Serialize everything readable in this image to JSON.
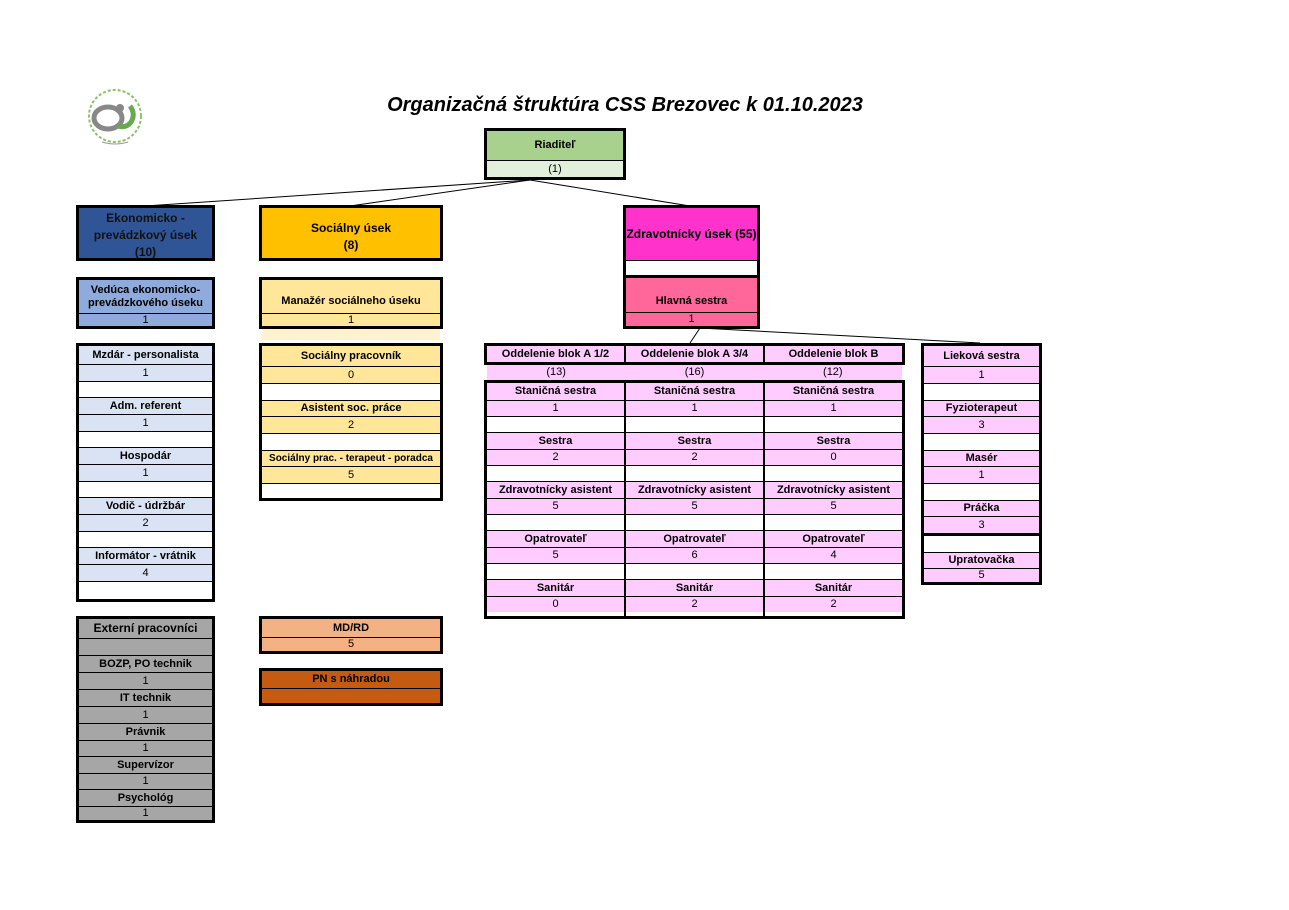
{
  "title": "Organizačná štruktúra CSS Brezovec k 01.10.2023",
  "colors": {
    "director_top": "#a9d18e",
    "director_bottom": "#e2efda",
    "econ_header": "#2f5597",
    "econ_sub": "#8faadc",
    "econ_item": "#dae3f3",
    "social_header": "#ffc000",
    "social_item": "#ffe699",
    "social_light": "#fff2cc",
    "health_header": "#ff33cc",
    "health_sub": "#ff6699",
    "health_item": "#ffccff",
    "external": "#a6a6a6",
    "md_rd": "#f4b183",
    "pn": "#c55a11"
  },
  "director": {
    "label": "Riaditeľ",
    "count": "(1)"
  },
  "econ": {
    "header": "Ekonomicko - prevádzkový úsek (10)",
    "head": {
      "label": "Vedúca ekonomicko-prevádzkového úseku",
      "count": "1"
    },
    "items": [
      {
        "label": "Mzdár - personalista",
        "count": "1"
      },
      {
        "label": "Adm. referent",
        "count": "1"
      },
      {
        "label": "Hospodár",
        "count": "1"
      },
      {
        "label": "Vodič - údržbár",
        "count": "2"
      },
      {
        "label": "Informátor - vrátnik",
        "count": "4"
      }
    ]
  },
  "external": {
    "header": "Externí pracovníci",
    "items": [
      {
        "label": "BOZP, PO technik",
        "count": "1"
      },
      {
        "label": "IT technik",
        "count": "1"
      },
      {
        "label": "Právnik",
        "count": "1"
      },
      {
        "label": "Supervízor",
        "count": "1"
      },
      {
        "label": "Psychológ",
        "count": "1"
      }
    ]
  },
  "social": {
    "header": "Sociálny úsek",
    "header_count": "(8)",
    "head": {
      "label": "Manažér sociálneho úseku",
      "count": "1"
    },
    "items": [
      {
        "label": "Sociálny pracovník",
        "count": "0"
      },
      {
        "label": "Asistent soc. práce",
        "count": "2"
      },
      {
        "label": "Sociálny prac. - terapeut - poradca",
        "count": "5"
      }
    ]
  },
  "md_rd": {
    "label": "MD/RD",
    "count": "5"
  },
  "pn": {
    "label": "PN s náhradou"
  },
  "health": {
    "header": "Zdravotnícky úsek (55)",
    "head": {
      "label": "Hlavná sestra",
      "count": "1"
    },
    "departments": [
      {
        "name": "Oddelenie blok A 1/2",
        "count": "(13)",
        "rows": [
          {
            "label": "Staničná sestra",
            "count": "1"
          },
          {
            "label": "Sestra",
            "count": "2"
          },
          {
            "label": "Zdravotnícky asistent",
            "count": "5"
          },
          {
            "label": "Opatrovateľ",
            "count": "5"
          },
          {
            "label": "Sanitár",
            "count": "0"
          }
        ]
      },
      {
        "name": "Oddelenie blok A 3/4",
        "count": "(16)",
        "rows": [
          {
            "label": "Staničná sestra",
            "count": "1"
          },
          {
            "label": "Sestra",
            "count": "2"
          },
          {
            "label": "Zdravotnícky asistent",
            "count": "5"
          },
          {
            "label": "Opatrovateľ",
            "count": "6"
          },
          {
            "label": "Sanitár",
            "count": "2"
          }
        ]
      },
      {
        "name": "Oddelenie blok B",
        "count": "(12)",
        "rows": [
          {
            "label": "Staničná sestra",
            "count": "1"
          },
          {
            "label": "Sestra",
            "count": "0"
          },
          {
            "label": "Zdravotnícky asistent",
            "count": "5"
          },
          {
            "label": "Opatrovateľ",
            "count": "4"
          },
          {
            "label": "Sanitár",
            "count": "2"
          }
        ]
      }
    ],
    "other": [
      {
        "label": "Lieková sestra",
        "count": "1"
      },
      {
        "label": "Fyzioterapeut",
        "count": "3"
      },
      {
        "label": "Masér",
        "count": "1"
      },
      {
        "label": "Práčka",
        "count": "3"
      },
      {
        "label": "Upratovačka",
        "count": "5"
      }
    ]
  }
}
